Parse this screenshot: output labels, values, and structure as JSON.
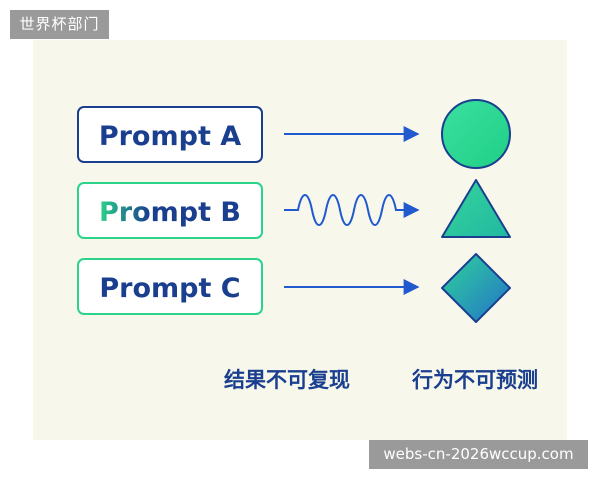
{
  "watermark_top": "世界杯部门",
  "watermark_bottom": "webs-cn-2026wccup.com",
  "prompts": [
    {
      "label": "Prompt A",
      "arrow": "straight",
      "shape": "circle"
    },
    {
      "label": "Prompt B",
      "arrow": "wavy",
      "shape": "triangle"
    },
    {
      "label": "Prompt C",
      "arrow": "straight",
      "shape": "diamond"
    }
  ],
  "captions": {
    "left": "结果不可复现",
    "right": "行为不可预测"
  },
  "colors": {
    "navy": "#1a3f8f",
    "green": "#2bd48a",
    "arrow_blue": "#2159cf",
    "panel_bg": "#f7f7ec"
  }
}
